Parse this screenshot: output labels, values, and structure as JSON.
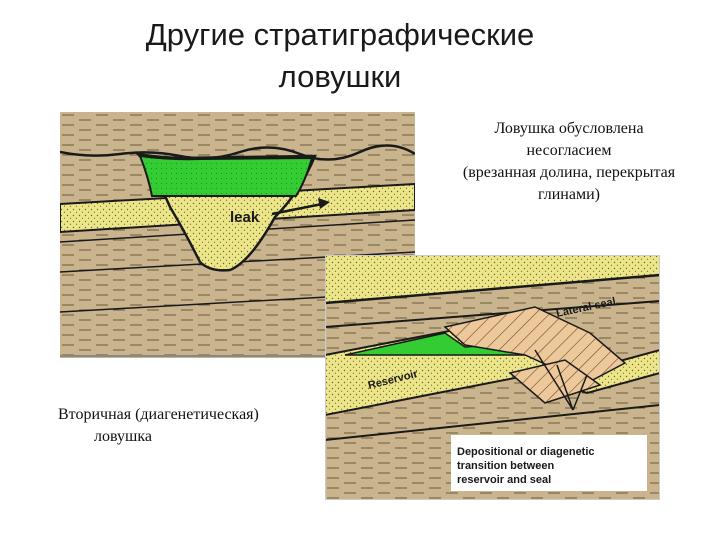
{
  "title": {
    "line1": "Другие стратиграфические",
    "line2": "ловушки"
  },
  "captions": {
    "top": {
      "line1": "Ловушка обусловлена",
      "line2": "несогласием",
      "line3": "(врезанная долина, перекрытая",
      "line4": "глинами)"
    },
    "bottom": {
      "line1": "Вторичная (диагенетическая)",
      "line2": "ловушка"
    }
  },
  "diagram_left": {
    "leak_label": "leak"
  },
  "diagram_right": {
    "lateral_seal_label": "Lateral seal",
    "reservoir_label": "Reservoir",
    "transition_line1": "Depositional or diagenetic",
    "transition_line2": "transition between",
    "transition_line3": "reservoir and seal"
  },
  "colors": {
    "shale": "#c9b48e",
    "sand": "#ede58a",
    "oil": "#33cc33",
    "seal": "#edc89a",
    "line": "#1a1a1a"
  }
}
